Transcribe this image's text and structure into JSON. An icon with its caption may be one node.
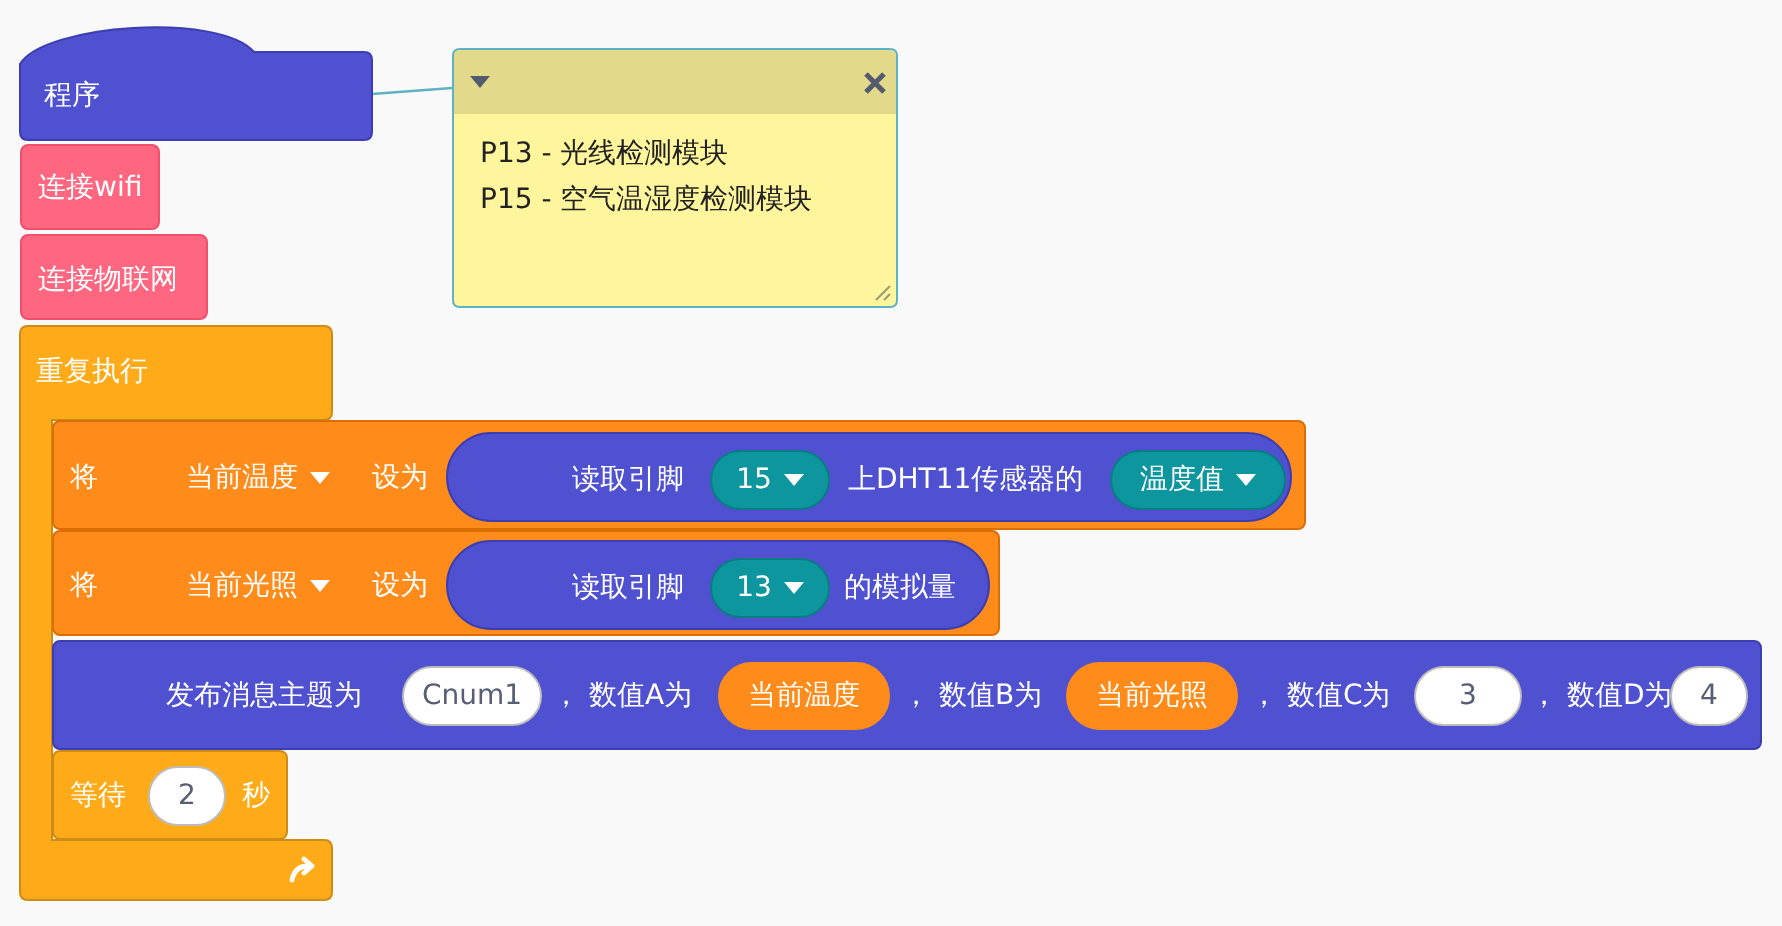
{
  "diagram": {
    "nodes": [
      {
        "text": [
          "程序"
        ]
      },
      {
        "text": [
          "P13 - 光线检测模块",
          "P15 - 空气温湿度检测模块"
        ]
      },
      {
        "text": [
          "连接wifi"
        ]
      },
      {
        "text": [
          "连接物联网"
        ]
      },
      {
        "text": [
          "重复执行"
        ]
      },
      {
        "text": [
          "将",
          "设为"
        ]
      },
      {
        "text": [
          "当前温度"
        ],
        "in": 5
      },
      {
        "text": [
          "读取引脚",
          "上DHT11传感器的"
        ],
        "in": 5
      },
      {
        "text": [
          "15"
        ],
        "in": 7
      },
      {
        "text": [
          "温度值"
        ],
        "in": 7
      },
      {
        "text": [
          "将",
          "设为"
        ]
      },
      {
        "text": [
          "当前光照"
        ],
        "in": 10
      },
      {
        "text": [
          "读取引脚",
          "的模拟量"
        ],
        "in": 10
      },
      {
        "text": [
          "13"
        ],
        "in": 12
      },
      {
        "text": [
          "发布消息主题为",
          "， 数值A为",
          "， 数值B为",
          "， 数值C为",
          "， 数值D为"
        ]
      },
      {
        "text": [
          "Cnum1"
        ],
        "in": 14
      },
      {
        "text": [
          "当前温度"
        ],
        "in": 14
      },
      {
        "text": [
          "当前光照"
        ],
        "in": 14
      },
      {
        "text": [
          "3"
        ],
        "in": 14
      },
      {
        "text": [
          "4"
        ],
        "in": 14
      },
      {
        "text": [
          "等待",
          "秒"
        ],
        "in": 4
      },
      {
        "text": [
          "2"
        ],
        "in": 20
      }
    ],
    "edges": [
      {
        "from": 0,
        "to": 1,
        "arrow": "none"
      }
    ]
  }
}
